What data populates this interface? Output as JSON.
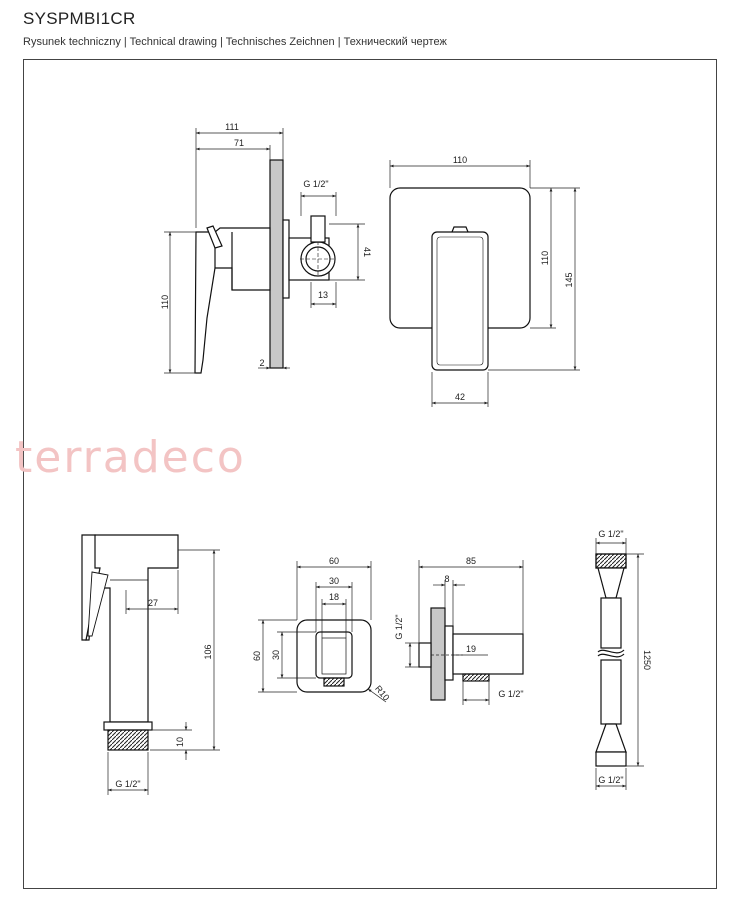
{
  "header": {
    "title": "SYSPMBI1CR",
    "subtitle": "Rysunek techniczny | Technical drawing | Technisches Zeichnen | Технический чертеж"
  },
  "watermark": "terradeco",
  "views": {
    "mixer_side": {
      "d111": "111",
      "d71": "71",
      "d110": "110",
      "d2": "2",
      "thread": "G 1/2\"",
      "d41": "41",
      "d13": "13"
    },
    "mixer_front": {
      "d110_w": "110",
      "d110_h": "110",
      "d145": "145",
      "d42": "42"
    },
    "handshower": {
      "d27": "27",
      "d106": "106",
      "d10": "10",
      "thread": "G 1/2\""
    },
    "outlet_front": {
      "d60_w": "60",
      "d30_w": "30",
      "d18": "18",
      "d60_h": "60",
      "d30_h": "30",
      "radius": "R10"
    },
    "outlet_side": {
      "d85": "85",
      "d8": "8",
      "thread_v": "G 1/2\"",
      "d19": "19",
      "thread_h": "G 1/2\""
    },
    "hose": {
      "thread_top": "G 1/2\"",
      "d1250": "1250",
      "thread_bottom": "G 1/2\""
    }
  }
}
